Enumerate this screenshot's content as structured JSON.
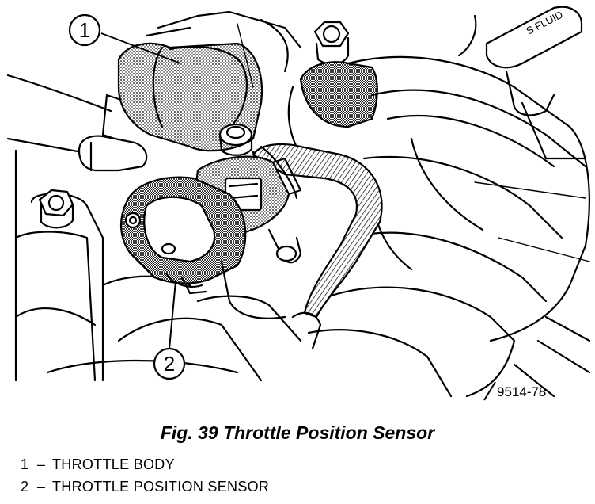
{
  "figure": {
    "callouts": [
      {
        "number": "1"
      },
      {
        "number": "2"
      }
    ],
    "fluid_cap_text": "S FLUID",
    "reference_code": "9514-78",
    "caption": "Fig. 39 Throttle Position Sensor",
    "legend": [
      {
        "number": "1",
        "dash": "–",
        "label": "THROTTLE BODY"
      },
      {
        "number": "2",
        "dash": "–",
        "label": "THROTTLE POSITION SENSOR"
      }
    ]
  }
}
